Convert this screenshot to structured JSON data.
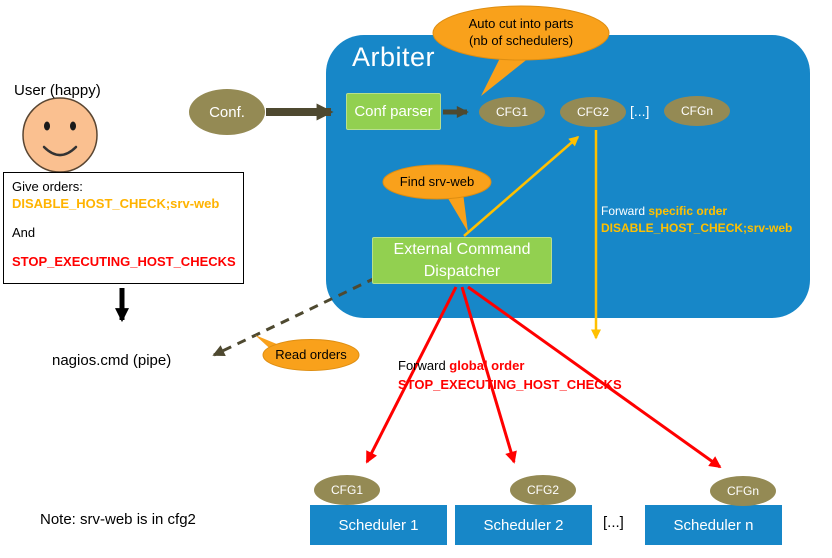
{
  "arbiter": {
    "title": "Arbiter"
  },
  "bubbles": {
    "auto_cut_line1": "Auto cut into parts",
    "auto_cut_line2": "(nb of schedulers)",
    "find": "Find srv-web",
    "read": "Read orders"
  },
  "user": {
    "label": "User (happy)",
    "give_orders": "Give orders:",
    "order_specific": "DISABLE_HOST_CHECK;srv-web",
    "and": "And",
    "order_global": "STOP_EXECUTING_HOST_CHECKS",
    "pipe": "nagios.cmd (pipe)"
  },
  "conf": {
    "label": "Conf."
  },
  "parser": {
    "label": "Conf parser"
  },
  "cfg_top": [
    "CFG1",
    "CFG2",
    "CFGn"
  ],
  "ellipsis_top": "[...]",
  "dispatcher": {
    "line1": "External  Command",
    "line2": "Dispatcher"
  },
  "forward_specific": {
    "prefix": "Forward ",
    "emph": "specific order",
    "command": "DISABLE_HOST_CHECK;srv-web"
  },
  "forward_global": {
    "prefix": "Forward ",
    "emph": "global order",
    "command": "STOP_EXECUTING_HOST_CHECKS"
  },
  "cfg_bottom": [
    "CFG1",
    "CFG2",
    "CFGn"
  ],
  "ellipsis_bottom": "[...]",
  "schedulers": [
    "Scheduler 1",
    "Scheduler 2",
    "Scheduler n"
  ],
  "note": "Note: srv-web is in cfg2",
  "colors": {
    "arbiter_blue": "#1787C8",
    "box_green": "#92D050",
    "cfg_olive": "#948A54",
    "bubble_orange": "#F9A11B",
    "accent_yellow": "#FFC000",
    "accent_red": "#FF0000"
  }
}
